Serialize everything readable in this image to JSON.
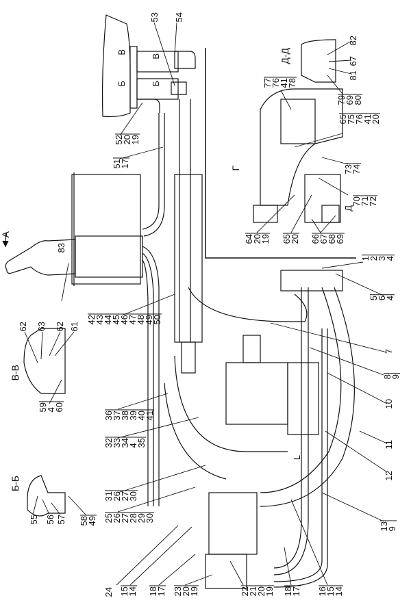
{
  "view_label": "А",
  "section_labels": {
    "bb": "Б-Б",
    "vv": "В-В",
    "dd": "Д-Д",
    "g": "Г"
  },
  "cut_marks": {
    "v1": "В",
    "v2": "В",
    "b1": "Б",
    "b2": "Б",
    "d": "Д",
    "l": "L"
  },
  "callouts": {
    "c83": "83",
    "c42": "42\n43\n44\n45\n46\n47\n48\n49\n50",
    "c36": "36\n37\n38\n39\n40\n41",
    "c32": "32\n33\n34\n4\n35",
    "c31": "31\n26\n27\n30",
    "c25": "25\n26\n27\n28\n29\n30",
    "c24": "24",
    "c15": "15\n14",
    "c18a": "18\n17",
    "c23": "23\n20\n19",
    "c22": "22\n21\n20\n19",
    "c18b": "18\n17",
    "c16": "16\n15\n14",
    "c13": "13\n9",
    "c12": "12",
    "c11": "11",
    "c10": "10",
    "c8": "8\n9",
    "c7": "7",
    "c5": "5\n6\n4",
    "c1": "1\n2\n3\n4",
    "c64": "64\n20\n19",
    "c65a": "65\n20",
    "c66": "66\n67\n68\n69",
    "c70": "70\n71\n72",
    "c73": "73\n74",
    "c65b": "65\n75\n76\n41\n20",
    "c77": "77\n76\n41\n78",
    "c79": "79\n69\n80",
    "c82": "82",
    "c67": "67",
    "c81": "81",
    "c53": "53",
    "c54": "54",
    "c52": "52\n20\n19",
    "c51": "51\n17",
    "c55": "55",
    "c56": "56",
    "c57": "57",
    "c58": "58\n49",
    "c62a": "62",
    "c63": "63",
    "c62b": "62",
    "c61": "61",
    "c59": "59\n4\n60"
  }
}
